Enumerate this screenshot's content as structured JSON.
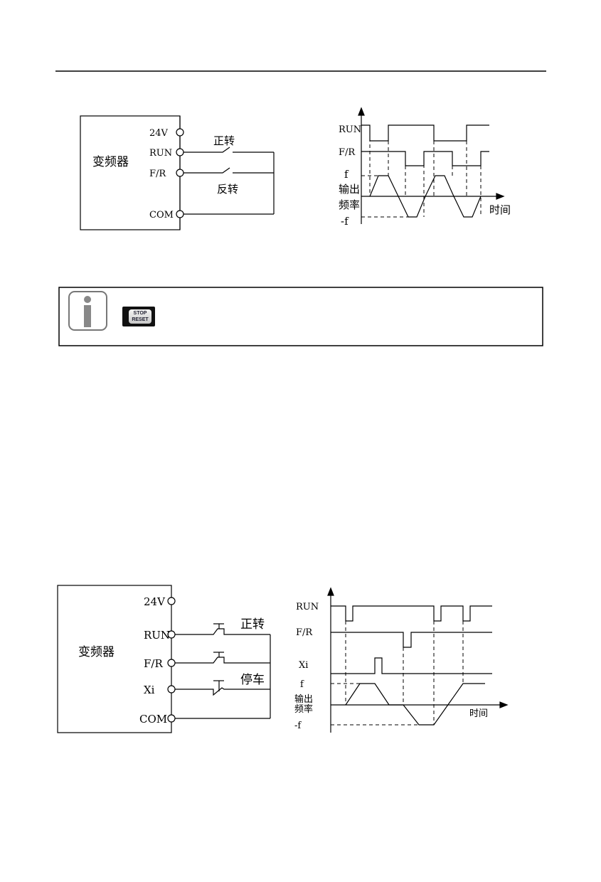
{
  "diagram1": {
    "device": "变频器",
    "terminals": [
      "24V",
      "RUN",
      "F/R",
      "COM"
    ],
    "switch_labels": {
      "forward": "正转",
      "reverse": "反转"
    },
    "chart": {
      "run": "RUN",
      "fr": "F/R",
      "f": "f",
      "output1": "输出",
      "output2": "频率",
      "neg_f": "-f",
      "time": "时间"
    }
  },
  "note": {
    "icon": "info-icon",
    "button_line1": "STOP",
    "button_line2": "RESET"
  },
  "diagram2": {
    "device": "变频器",
    "terminals": [
      "24V",
      "RUN",
      "F/R",
      "Xi",
      "COM"
    ],
    "switch_labels": {
      "forward": "正转",
      "stop": "停车"
    },
    "chart": {
      "run": "RUN",
      "fr": "F/R",
      "xi": "Xi",
      "f": "f",
      "output1": "输出",
      "output2": "频率",
      "neg_f": "-f",
      "time": "时间"
    }
  }
}
